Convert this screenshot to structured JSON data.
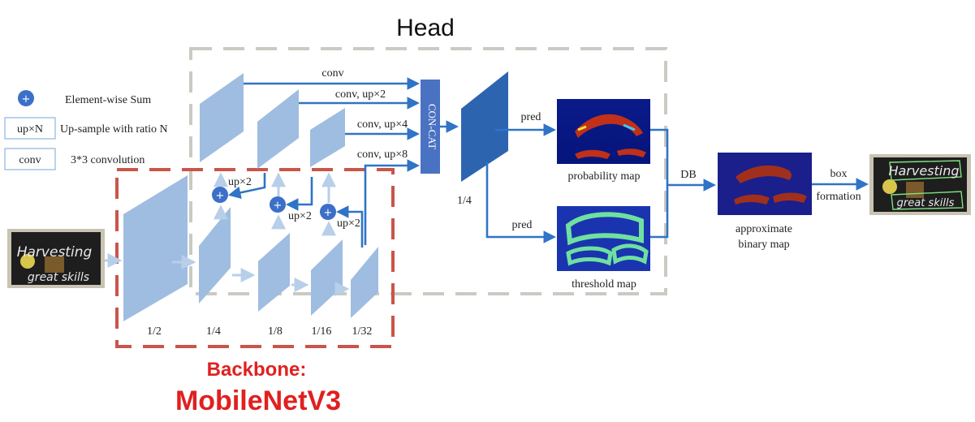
{
  "title": "Head",
  "backbone": {
    "title": "Backbone:",
    "name": "MobileNetV3"
  },
  "legend": {
    "sum": "Element-wise Sum",
    "upsample_symbol": "up×N",
    "upsample": "Up-sample with ratio N",
    "conv_symbol": "conv",
    "conv": "3*3 convolution"
  },
  "backbone_scales": [
    "1/2",
    "1/4",
    "1/8",
    "1/16",
    "1/32"
  ],
  "fpn_labels": {
    "up1": "up×2",
    "up2": "up×2",
    "up3": "up×2"
  },
  "concat_inputs": [
    "conv",
    "conv, up×2",
    "conv, up×4",
    "conv, up×8"
  ],
  "concat": "CON-CAT",
  "feature_scale": "1/4",
  "pred_label": "pred",
  "probability_map": "probability map",
  "threshold_map": "threshold map",
  "db_label": "DB",
  "approx_map": [
    "approximate",
    "binary map"
  ],
  "box_formation": [
    "box",
    "formation"
  ],
  "input_text": [
    "Harvesting",
    "great skills"
  ],
  "colors": {
    "head_border": "#c8cbc2",
    "backbone_border": "#c9554a",
    "arrow": "#2f74c6",
    "layer": "#9fbde0",
    "concat": "#4a72c2",
    "feature": "#2c64b0",
    "backbone_text": "#e02020"
  }
}
